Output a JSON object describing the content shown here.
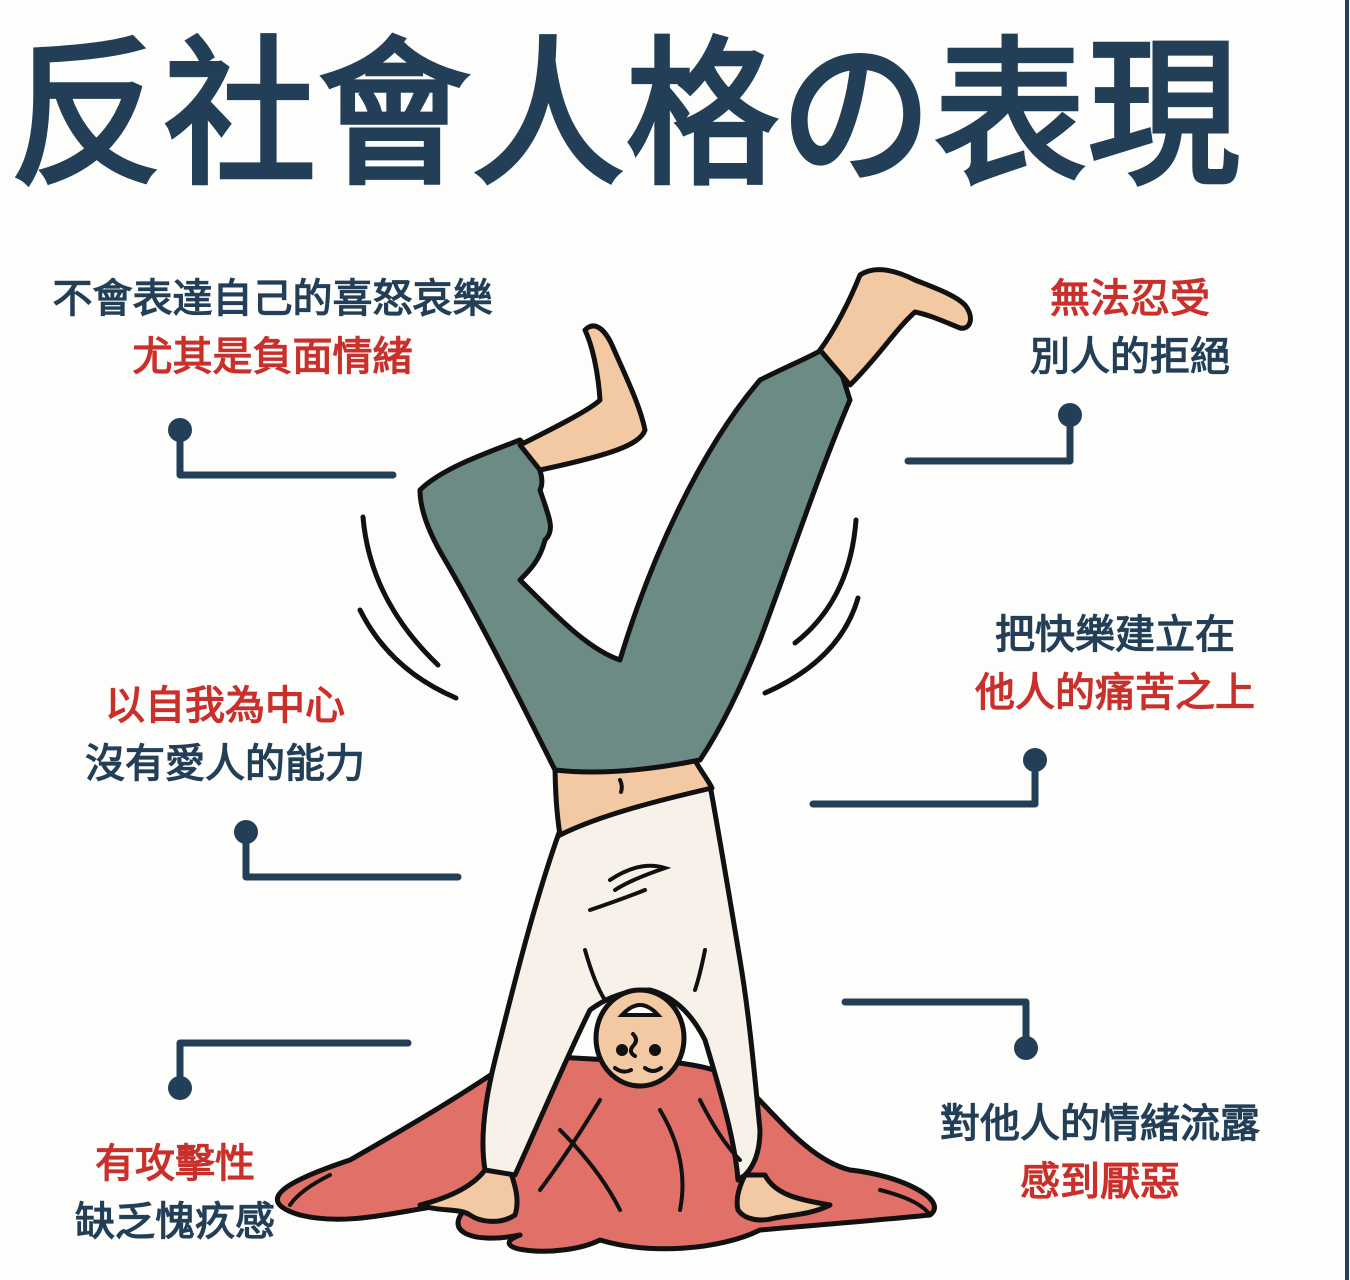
{
  "title": "反社會人格の表現",
  "colors": {
    "navy": "#233f58",
    "red": "#c9302c",
    "background": "#fdfdfb",
    "pants": "#6b8b84",
    "skin": "#f3c9a3",
    "shirt": "#f8f1ea",
    "hair": "#e07068",
    "outline": "#111111"
  },
  "callouts": [
    {
      "id": "c1",
      "position": "top-left",
      "lines": [
        {
          "text": "不會表達自己的喜怒哀樂",
          "color": "navy"
        },
        {
          "text": "尤其是負面情緒",
          "color": "red"
        }
      ]
    },
    {
      "id": "c2",
      "position": "top-right",
      "lines": [
        {
          "text": "無法忍受",
          "color": "red"
        },
        {
          "text": "別人的拒絕",
          "color": "navy"
        }
      ]
    },
    {
      "id": "c3",
      "position": "middle-left",
      "lines": [
        {
          "text": "以自我為中心",
          "color": "red"
        },
        {
          "text": "沒有愛人的能力",
          "color": "navy"
        }
      ]
    },
    {
      "id": "c4",
      "position": "middle-right",
      "lines": [
        {
          "text": "把快樂建立在",
          "color": "navy"
        },
        {
          "text": "他人的痛苦之上",
          "color": "red"
        }
      ]
    },
    {
      "id": "c5",
      "position": "bottom-left",
      "lines": [
        {
          "text": "有攻擊性",
          "color": "red"
        },
        {
          "text": "缺乏愧疚感",
          "color": "navy"
        }
      ]
    },
    {
      "id": "c6",
      "position": "bottom-right",
      "lines": [
        {
          "text": "對他人的情緒流露",
          "color": "navy"
        },
        {
          "text": "感到厭惡",
          "color": "red"
        }
      ]
    }
  ],
  "illustration": {
    "subject": "person-doing-handstand",
    "description": "Cartoon figure upside down in a handstand with green pants, bare feet, white shirt and long red hair spread on the floor"
  }
}
